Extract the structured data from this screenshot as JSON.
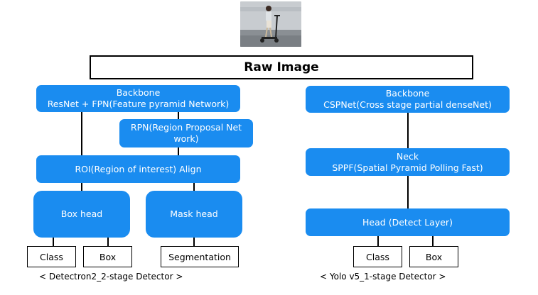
{
  "colors": {
    "node_fill": "#1a8cf0",
    "node_text": "#ffffff",
    "line": "#000000"
  },
  "photo": {
    "description_icon": "person-on-scooter-photo"
  },
  "title": "Raw Image",
  "detectron": {
    "backbone": "Backbone\nResNet + FPN(Feature pyramid Network)",
    "rpn": "RPN(Region Proposal Net\nwork)",
    "roi": "ROI(Region of interest) Align",
    "box_head": "Box head",
    "mask_head": "Mask head",
    "outputs": [
      "Class",
      "Box",
      "Segmentation"
    ],
    "caption": "< Detectron2_2-stage Detector >"
  },
  "yolo": {
    "backbone": "Backbone\nCSPNet(Cross stage partial denseNet)",
    "neck": "Neck\nSPPF(Spatial Pyramid Polling Fast)",
    "head": "Head (Detect Layer)",
    "outputs": [
      "Class",
      "Box"
    ],
    "caption": "< Yolo v5_1-stage Detector >"
  }
}
